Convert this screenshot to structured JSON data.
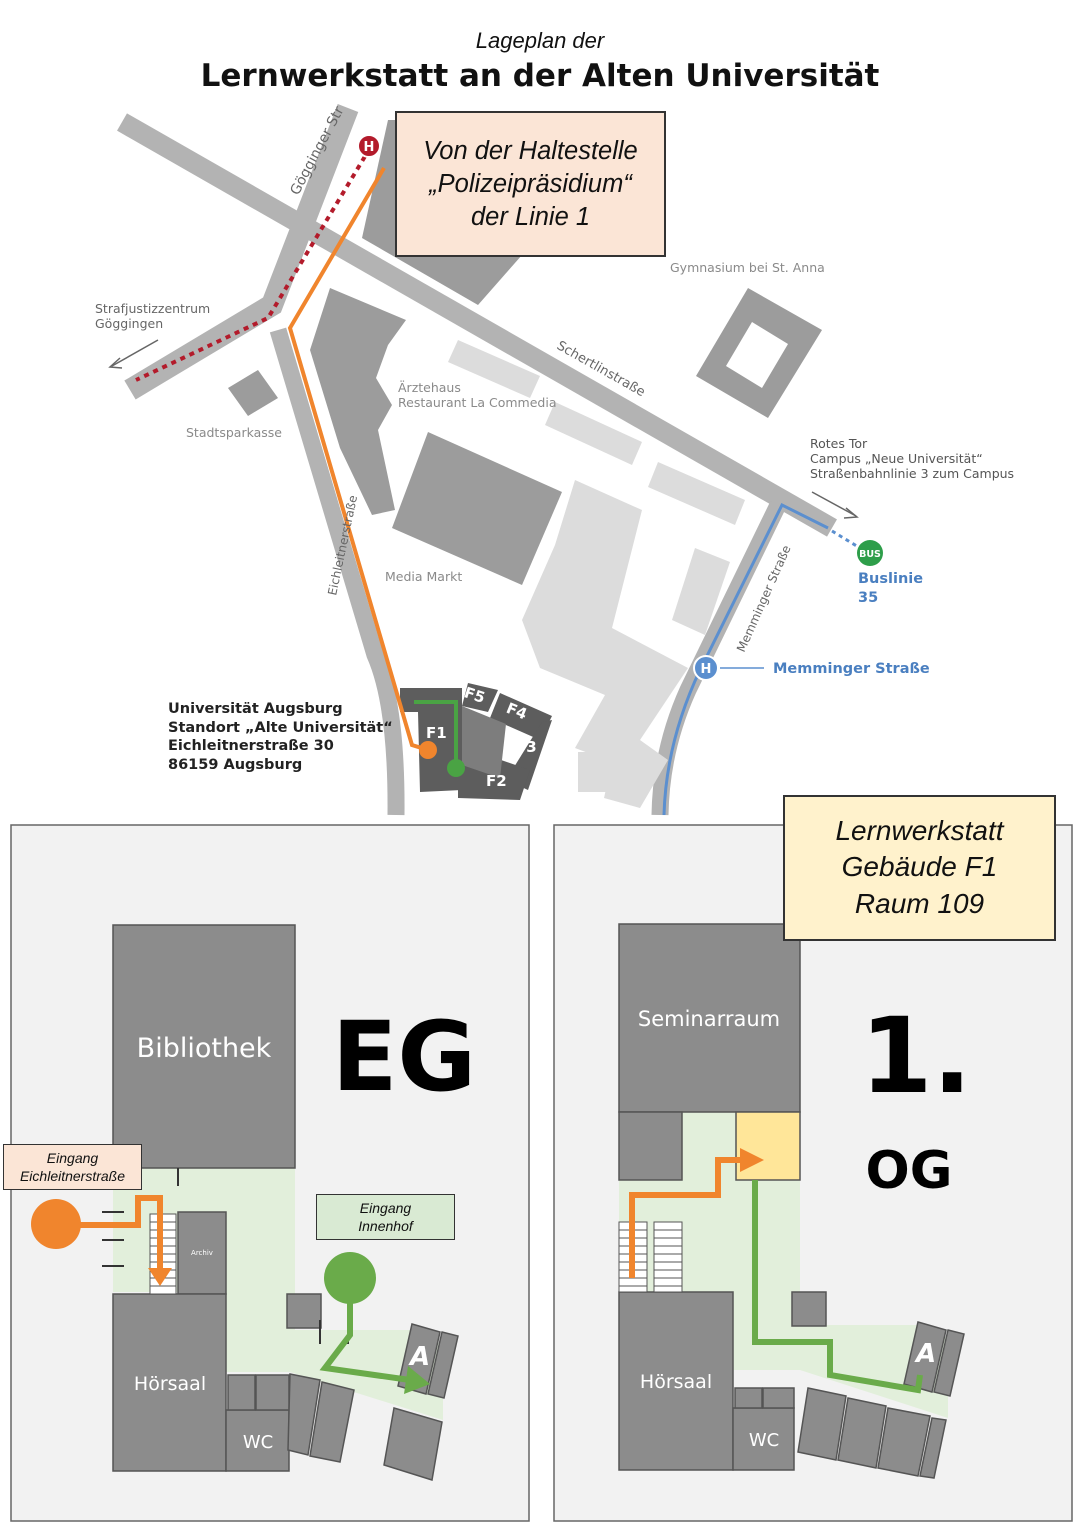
{
  "header": {
    "subtitle": "Lageplan der",
    "title": "Lernwerkstatt an der Alten Universität"
  },
  "callouts": {
    "tram": [
      "Von der Haltestelle",
      "„Polizeipräsidium“",
      "der Linie 1"
    ],
    "room": [
      "Lernwerkstatt",
      "Gebäude F1",
      "Raum 109"
    ]
  },
  "map": {
    "streets": {
      "goegginger": "Gögginger Str",
      "schertlin": "Schertlinstraße",
      "eichleitner": "Eichleitnerstraße",
      "memminger": "Memminger Straße"
    },
    "places": {
      "strafjustiz": [
        "Strafjustizzentrum",
        "Göggingen"
      ],
      "gymnasium": "Gymnasium bei St. Anna",
      "aerztehaus": [
        "Ärztehaus",
        "Restaurant La Commedia"
      ],
      "sparkasse": "Stadtsparkasse",
      "mediamarkt": "Media Markt",
      "rotestor": [
        "Rotes Tor",
        "Campus „Neue Universität“",
        "Straßenbahnlinie 3 zum Campus"
      ]
    },
    "stops": {
      "tram_icon": "H",
      "bus_icon": "BUS",
      "bus_line": [
        "Buslinie",
        "35"
      ],
      "memminger_stop": "Memminger Straße",
      "memminger_icon": "H"
    },
    "buildings": [
      "F1",
      "F2",
      "F3",
      "F4",
      "F5"
    ],
    "address": [
      "Universität Augsburg",
      "Standort „Alte Universität“",
      "Eichleitnerstraße 30",
      "86159 Augsburg"
    ],
    "colors": {
      "street": "#b3b3b3",
      "building": "#9c9c9c",
      "light_building": "#dcdcdc",
      "campus": "#5d5d5d",
      "route_orange": "#f0852d",
      "route_green": "#4aa344",
      "tram_red": "#b31b2b",
      "bus_blue": "#5b8fcf",
      "bus_green": "#2e9e4a"
    }
  },
  "floorplans": {
    "eg": {
      "level": "EG",
      "rooms": {
        "bibliothek": "Bibliothek",
        "hoersaal": "Hörsaal",
        "wc": "WC",
        "archiv": "Archiv",
        "a": "A"
      },
      "entrance_street": [
        "Eingang",
        "Eichleitnerstraße"
      ],
      "entrance_court": [
        "Eingang",
        "Innenhof"
      ]
    },
    "og": {
      "level_number": "1.",
      "level_label": "OG",
      "rooms": {
        "seminar": "Seminarraum",
        "hoersaal": "Hörsaal",
        "wc": "WC",
        "a": "A"
      }
    },
    "colors": {
      "panel_bg": "#f2f2f2",
      "corridor": "#e2efdb",
      "room": "#8c8c8c",
      "target_room": "#ffe699",
      "callout_room": "#fff2cc",
      "callout_tram": "#fbe5d6",
      "callout_court": "#d9ead3"
    }
  }
}
